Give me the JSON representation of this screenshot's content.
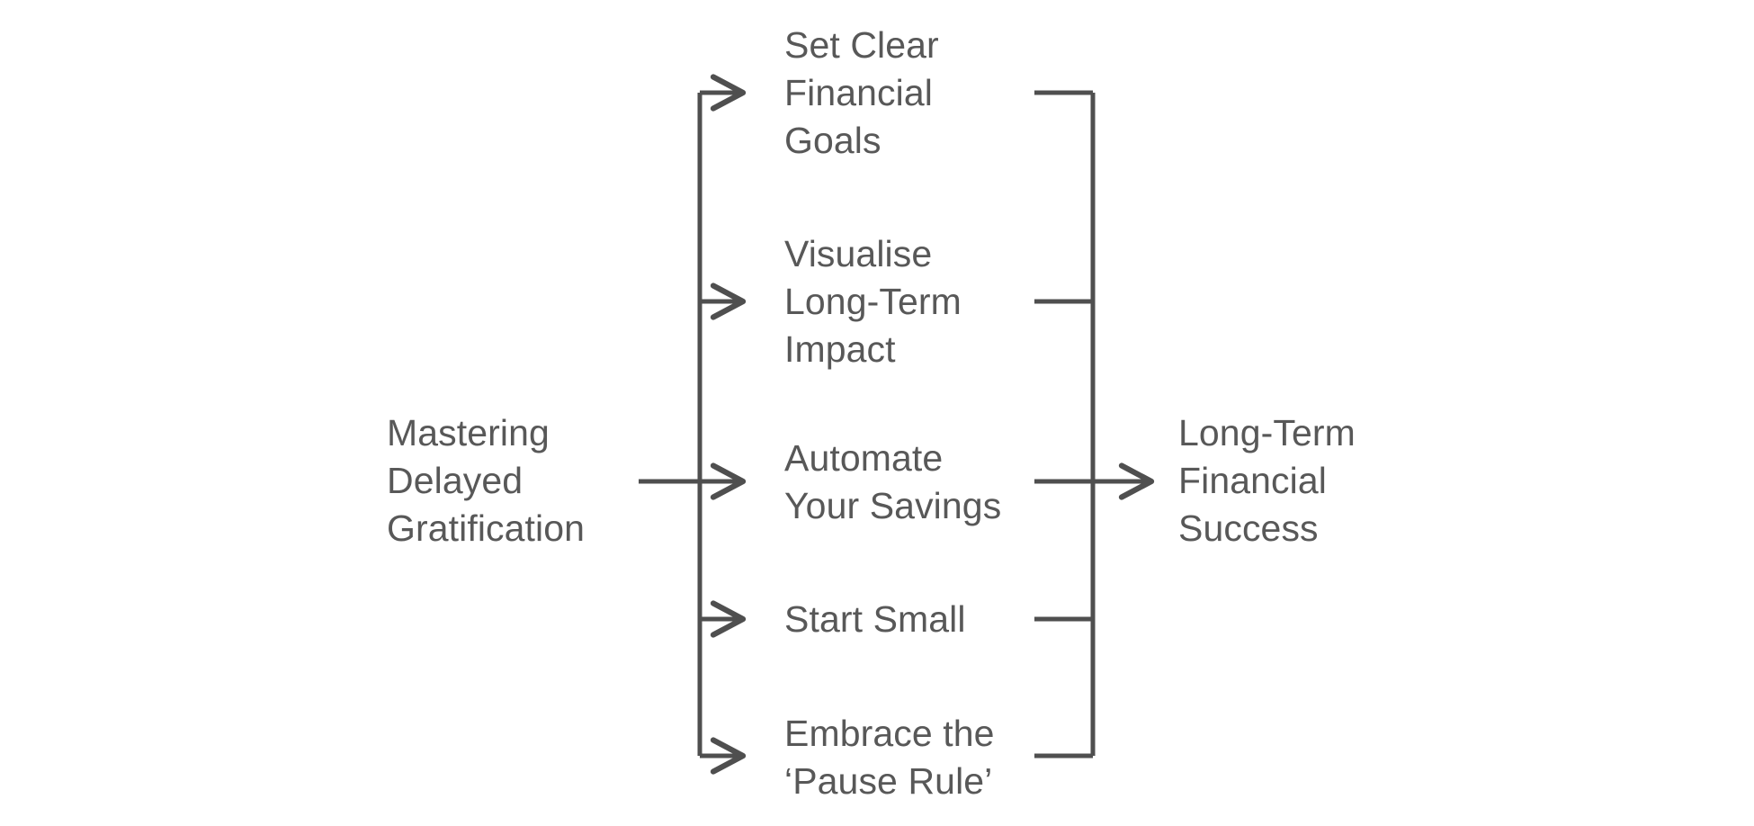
{
  "diagram": {
    "type": "flow-branch",
    "title": "Mastering Delayed Gratification flow",
    "colors": {
      "text": "#585858",
      "connector": "#4f4f4f",
      "background": "#ffffff"
    },
    "source_node": {
      "label": "Mastering\nDelayed\nGratification"
    },
    "steps": [
      {
        "label": "Set Clear\nFinancial\nGoals"
      },
      {
        "label": "Visualise\nLong-Term\nImpact"
      },
      {
        "label": "Automate\nYour Savings"
      },
      {
        "label": "Start Small"
      },
      {
        "label": "Embrace the\n‘Pause Rule’"
      }
    ],
    "outcome_node": {
      "label": "Long-Term\nFinancial\nSuccess"
    }
  }
}
